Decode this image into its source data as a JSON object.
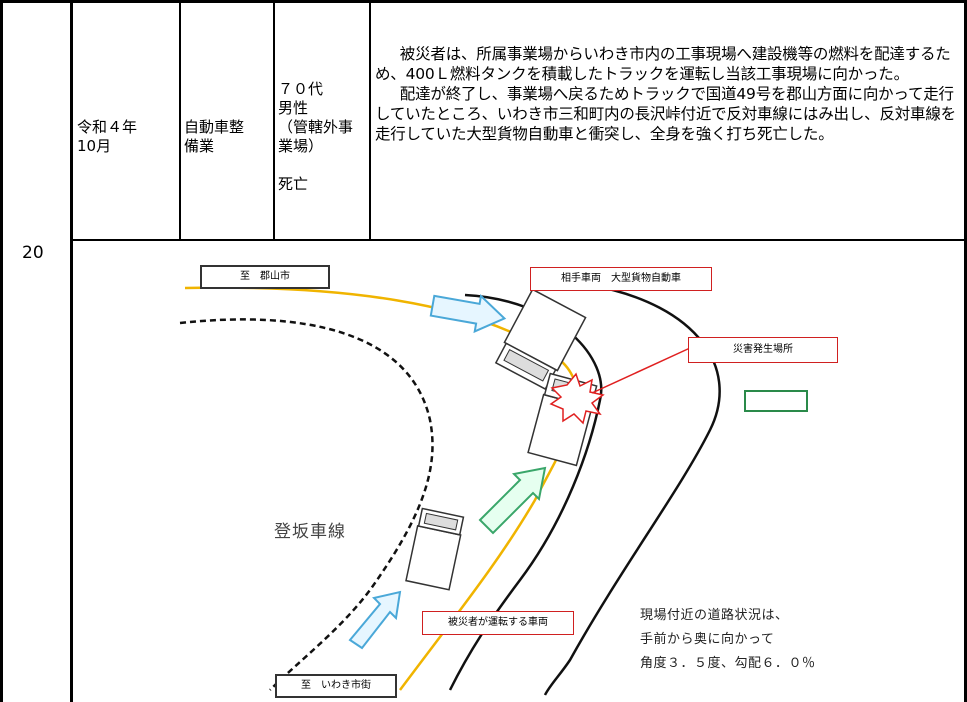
{
  "row_number": "20",
  "cells": {
    "date": "令和４年\n10月",
    "industry": "自動車整備業",
    "victim": "７０代\n男性\n（管轄外事業場）\n\n死亡"
  },
  "description": [
    "被災者は、所属事業場からいわき市内の工事現場へ建設機等の燃料を配達するため、400Ｌ燃料タンクを積載したトラックを運転し当該工事現場に向かった。",
    "配達が終了し、事業場へ戻るためトラックで国道49号を郡山方面に向かって走行していたところ、いわき市三和町内の長沢峠付近で反対車線にはみ出し、反対車線を走行していた大型貨物自動車と衝突し、全身を強く打ち死亡した。"
  ],
  "diagram": {
    "label_koriyama": "至　郡山市",
    "label_iwaki": "至　いわき市街",
    "label_opponent": "相手車両　大型貨物自動車",
    "label_accident_site": "災害発生場所",
    "label_victim_vehicle": "被災者が運転する車両",
    "label_climbing_lane": "登坂車線",
    "road_note": [
      "現場付近の道路状況は、",
      "手前から奥に向かって",
      "角度３．５度、勾配６．０％"
    ],
    "colors": {
      "center_line": "#f0b400",
      "arrow_blue": "#4aa8d8",
      "arrow_green": "#3aa66a",
      "label_border": "#d02020",
      "crash_mark": "#e02020",
      "green_box": "#2a8a4a"
    }
  }
}
